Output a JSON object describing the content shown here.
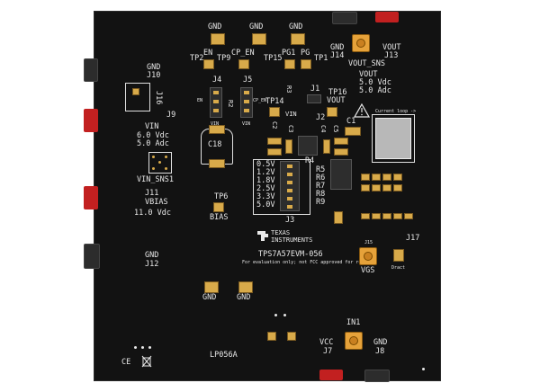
{
  "board": {
    "name": "TPS7A57EVM-056",
    "notice": "For evaluation only; not FCC approved for resale.",
    "pcb_label": "LP056A",
    "brand_line1": "TEXAS",
    "brand_line2": "INSTRUMENTS",
    "current_loop_label": "Current loop ->",
    "colors": {
      "pcb": "#121212",
      "silkscreen": "#e8e8e8",
      "pad": "#d8aa4a",
      "red_terminal": "#c22020",
      "black_terminal": "#2c2c2c",
      "potentiometer": "#e6a23a"
    }
  },
  "labels": {
    "gnd_top1": "GND",
    "gnd_top2": "GND",
    "gnd_top3": "GND",
    "tp2": "TP2",
    "en": "EN",
    "tp9": "TP9",
    "cp_en": "CP_EN",
    "tp15": "TP15",
    "pg1": "PG1",
    "pg": "PG",
    "tp1": "TP1",
    "gnd_j14": "GND",
    "j14": "J14",
    "vout": "VOUT",
    "j13": "J13",
    "vout_sns": "VOUT_SNS",
    "vout_spec_title": "VOUT",
    "vout_spec_v": "5.0 Vdc",
    "vout_spec_a": "5.0 Adc",
    "gnd_j10": "GND",
    "j10": "J10",
    "j16": "J16",
    "j9": "J9",
    "vin": "VIN",
    "vin_spec_v": "6.0 Vdc",
    "vin_spec_a": "5.0 Adc",
    "vin_sns1": "VIN_SNS1",
    "j11": "J11",
    "vbias": "VBIAS",
    "vbias_spec": "11.0 Vdc",
    "gnd_j12": "GND",
    "j12": "J12",
    "j4": "J4",
    "j5": "J5",
    "r2": "R2",
    "r3": "R3",
    "en_hdr": "EN",
    "cp_en_hdr": "CP_EN",
    "vin_hdr1": "VIN",
    "vin_hdr2": "VIN",
    "j1": "J1",
    "tp14": "TP14",
    "vin_tp14": "VIN",
    "tp16": "TP16",
    "vout_tp16": "VOUT",
    "c1": "C1",
    "c2": "C2",
    "c3": "C3",
    "c4": "C4",
    "c5": "C5",
    "j2": "J2",
    "c18": "C18",
    "tp6": "TP6",
    "bias": "BIAS",
    "r4": "R4",
    "r5": "R5",
    "r6": "R6",
    "r7": "R7",
    "r8": "R8",
    "r9": "R9",
    "j3": "J3",
    "sel_05": "0.5V",
    "sel_12": "1.2V",
    "sel_18": "1.8V",
    "sel_25": "2.5V",
    "sel_33": "3.3V",
    "sel_50": "5.0V",
    "j17": "J17",
    "j15": "J15",
    "vgs": "VGS",
    "dract": "Dract",
    "gnd_pad1": "GND",
    "gnd_pad2": "GND",
    "in1": "IN1",
    "vcc": "VCC",
    "j7": "J7",
    "gnd_j8": "GND",
    "j8": "J8"
  }
}
